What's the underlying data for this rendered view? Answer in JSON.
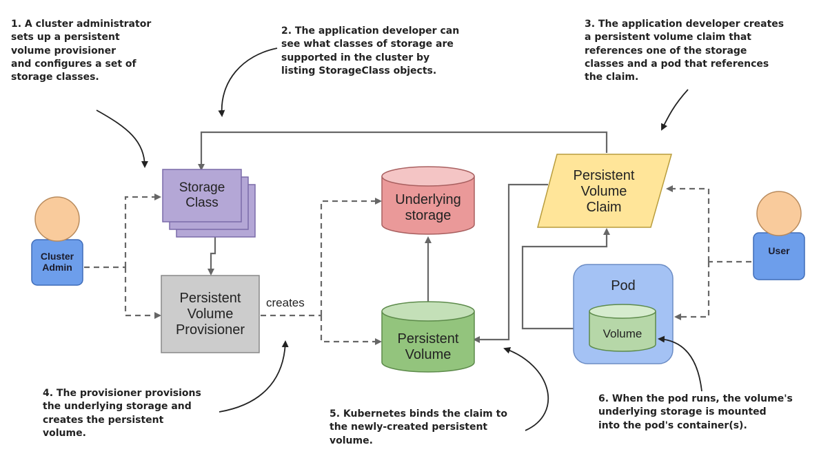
{
  "colors": {
    "storage_class_fill": "#b4a7d6",
    "storage_class_stroke": "#7a6aa8",
    "provisioner_fill": "#cccccc",
    "underlying_storage_fill": "#ea9999",
    "persistent_volume_fill": "#93c47d",
    "pvc_fill": "#ffe599",
    "pod_fill": "#a4c2f4",
    "volume_fill": "#b6d7a8",
    "person_head": "#f9cb9c",
    "person_body": "#6d9eeb",
    "connector": "#666666"
  },
  "nodes": {
    "storage_class": "Storage\nClass",
    "provisioner": "Persistent\nVolume\nProvisioner",
    "underlying_storage": "Underlying\nstorage",
    "persistent_volume": "Persistent\nVolume",
    "pvc": "Persistent\nVolume\nClaim",
    "pod": "Pod",
    "volume": "Volume"
  },
  "actors": {
    "cluster_admin": "Cluster\nAdmin",
    "user": "User"
  },
  "edge_labels": {
    "creates": "creates"
  },
  "notes": {
    "n1": "1. A cluster administrator\n    sets up a persistent\n    volume provisioner\n    and configures a set of\n    storage classes.",
    "n2": "2. The application developer can\n    see what classes of storage are\n    supported in the cluster by\n    listing StorageClass objects.",
    "n3": "3. The application developer creates\n    a persistent volume claim that\n    references one of the storage\n    classes and a pod that references\n    the claim.",
    "n4": "4. The provisioner provisions\n    the underlying storage and\n    creates the persistent\n    volume.",
    "n5": "5. Kubernetes binds the claim to\n    the newly-created persistent\n    volume.",
    "n6": "6. When the pod runs, the volume's\n    underlying storage is mounted\n    into the pod's container(s)."
  }
}
